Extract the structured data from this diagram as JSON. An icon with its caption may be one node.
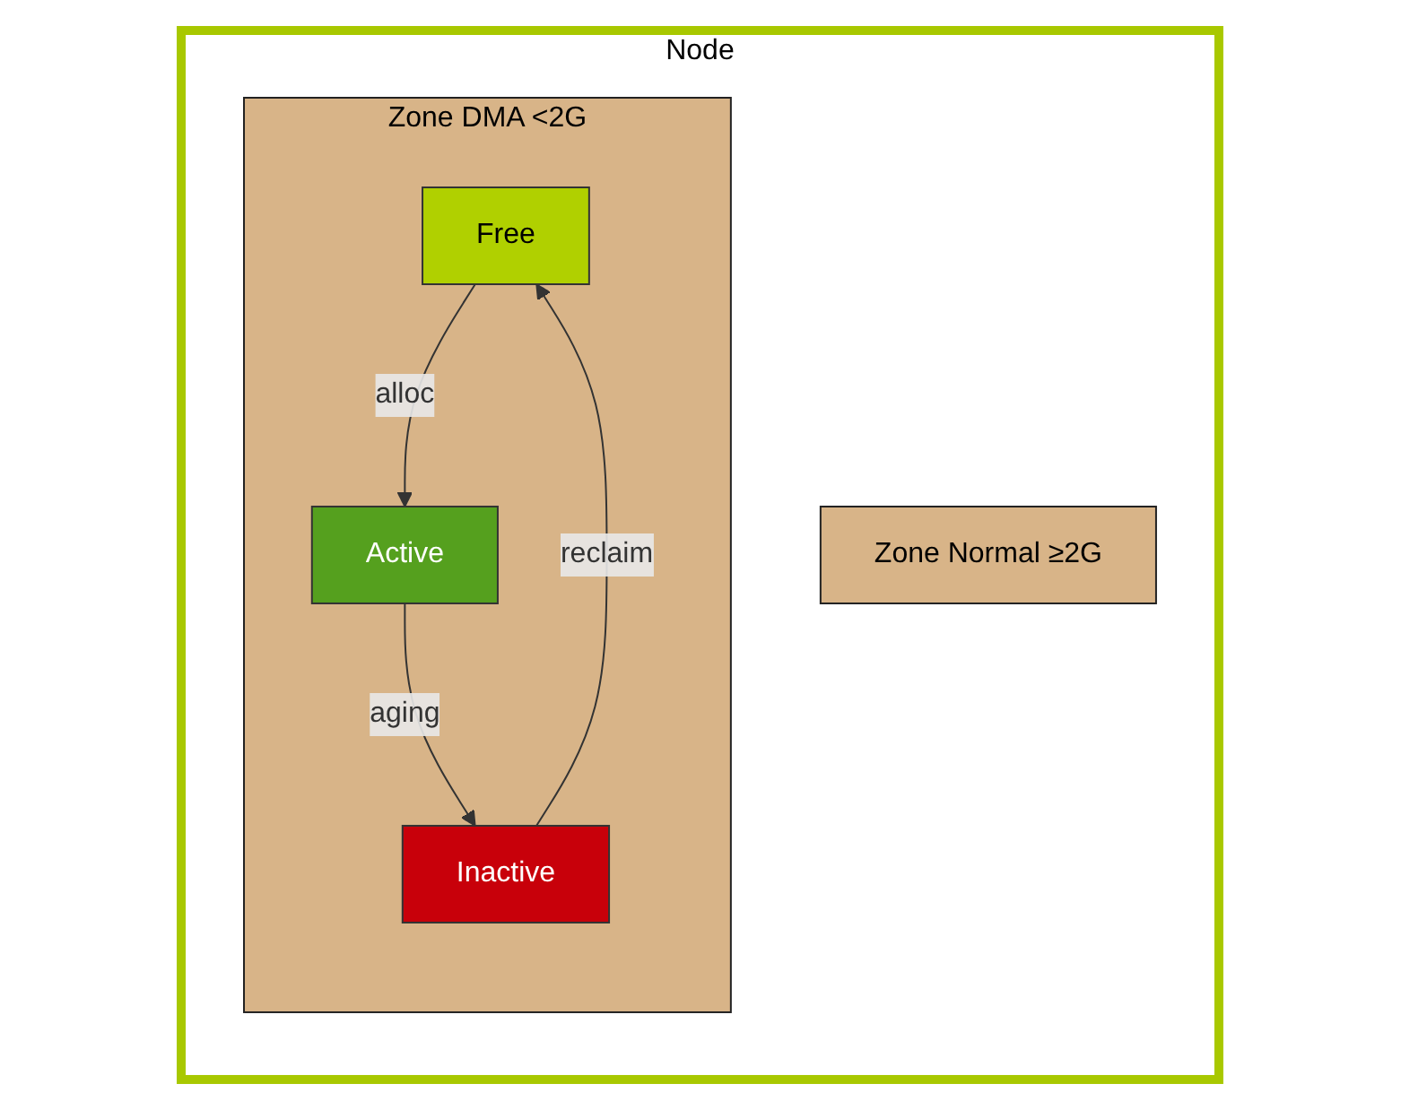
{
  "diagram": {
    "nodes": [
      {
        "text": [
          "Node"
        ]
      },
      {
        "text": [
          "Zone DMA <2G"
        ],
        "in": 0
      },
      {
        "text": [
          "Free"
        ],
        "in": 1
      },
      {
        "text": [
          "Active"
        ],
        "in": 1
      },
      {
        "text": [
          "Inactive"
        ],
        "in": 1
      },
      {
        "text": [
          "Zone Normal ≥2G"
        ],
        "in": 0
      }
    ],
    "edges": [
      {
        "from": 2,
        "to": 3,
        "label": "alloc",
        "arrow": "to"
      },
      {
        "from": 3,
        "to": 4,
        "label": "aging",
        "arrow": "to"
      },
      {
        "from": 4,
        "to": 2,
        "label": "reclaim",
        "arrow": "to"
      }
    ]
  }
}
